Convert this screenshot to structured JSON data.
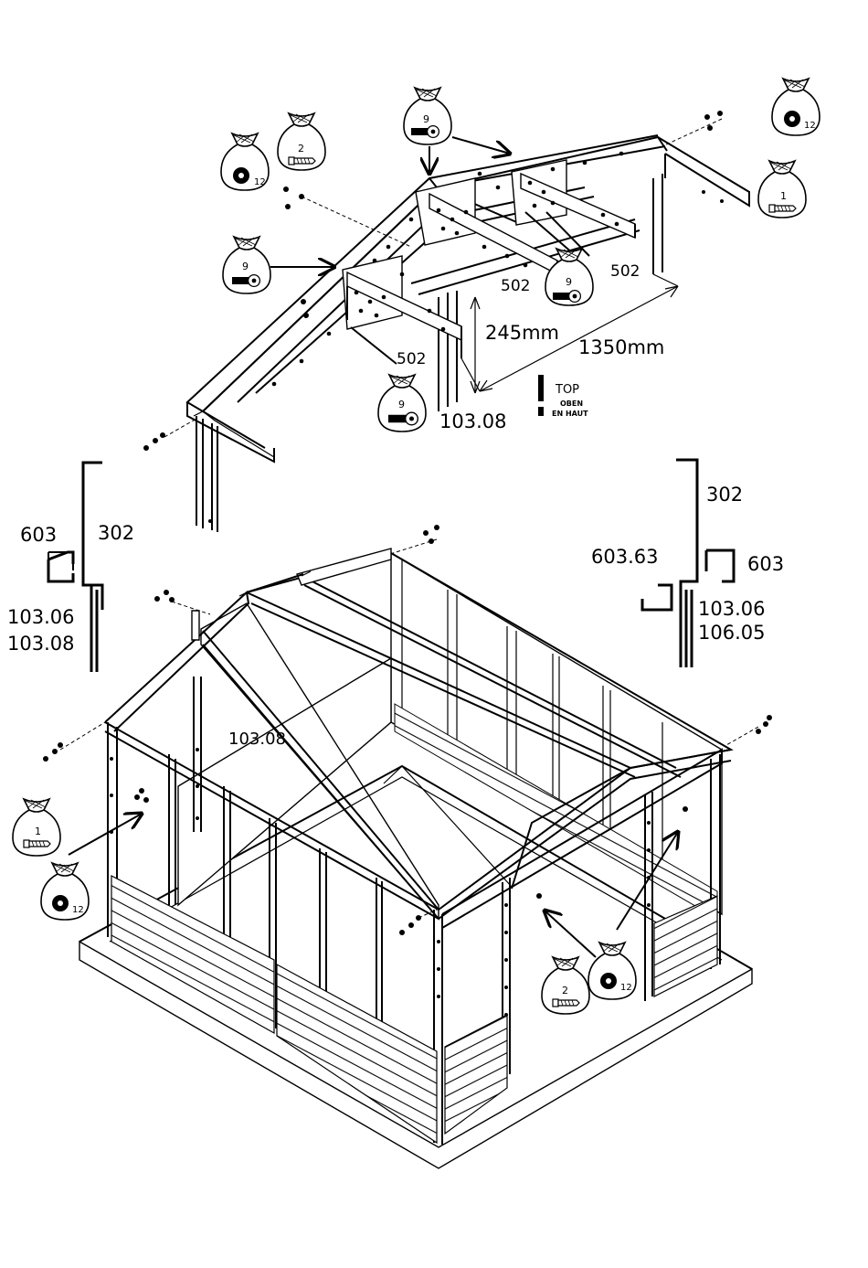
{
  "roof_assembly": {
    "dimensions": {
      "height": "245mm",
      "length": "1350mm"
    },
    "part_labels": {
      "purlin_right": "502",
      "purlin_middle": "502",
      "purlin_left": "502",
      "gable_front": "103.08"
    },
    "orientation_mark": {
      "line1": "TOP",
      "line2": "OBEN",
      "line3": "EN HAUT"
    }
  },
  "profiles_left": {
    "p302": "302",
    "p603": "603",
    "p10306": "103.06",
    "p10308": "103.08"
  },
  "profiles_right": {
    "p302": "302",
    "p60363": "603.63",
    "p603": "603",
    "p10306": "103.06",
    "p10605": "106.05"
  },
  "frame_assembly": {
    "gable_label": "103.08"
  },
  "hardware_bags": [
    {
      "id": "bag-9-ridge",
      "number": "9",
      "item": "bolt-nut"
    },
    {
      "id": "bag-2-top",
      "number": "2",
      "item": "screw"
    },
    {
      "id": "bag-12-top-left",
      "number": "12",
      "item": "washer"
    },
    {
      "id": "bag-9-left",
      "number": "9",
      "item": "bolt-nut"
    },
    {
      "id": "bag-9-center",
      "number": "9",
      "item": "bolt-nut"
    },
    {
      "id": "bag-9-bottom",
      "number": "9",
      "item": "bolt-nut"
    },
    {
      "id": "bag-12-top-right",
      "number": "12",
      "item": "washer"
    },
    {
      "id": "bag-1-top-right",
      "number": "1",
      "item": "screw"
    },
    {
      "id": "bag-1-left",
      "number": "1",
      "item": "screw"
    },
    {
      "id": "bag-12-left",
      "number": "12",
      "item": "washer"
    },
    {
      "id": "bag-12-right",
      "number": "12",
      "item": "washer"
    },
    {
      "id": "bag-2-right",
      "number": "2",
      "item": "screw"
    }
  ]
}
